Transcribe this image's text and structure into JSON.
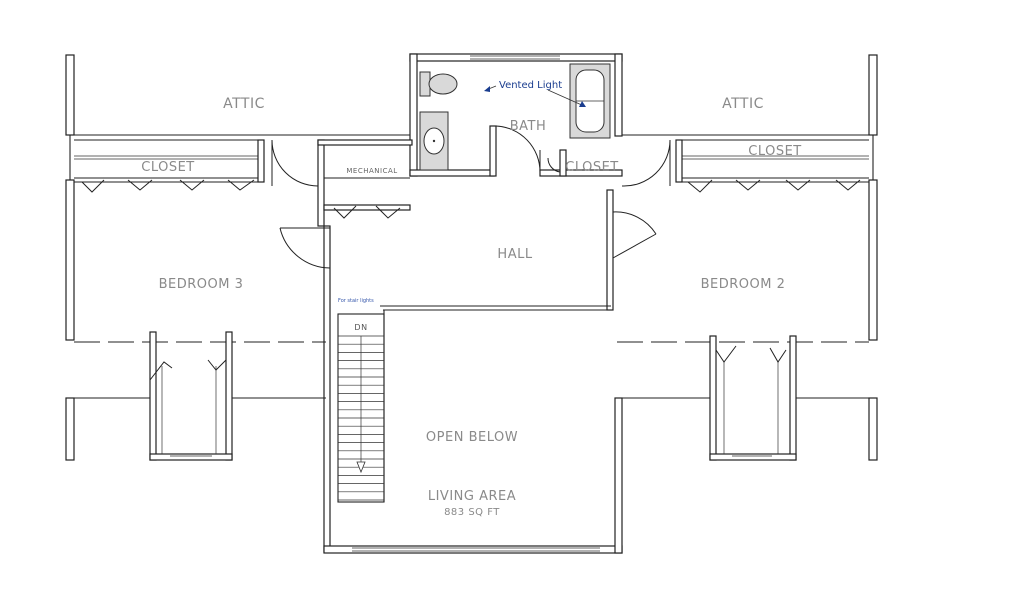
{
  "rooms": {
    "attic_left": "ATTIC",
    "attic_right": "ATTIC",
    "closet_left": "CLOSET",
    "closet_right": "CLOSET",
    "closet_bath": "CLOSET",
    "bath": "BATH",
    "mechanical": "MECHANICAL",
    "hall": "HALL",
    "bedroom3": "BEDROOM 3",
    "bedroom2": "BEDROOM 2",
    "open_below": "OPEN BELOW",
    "living_area": "LIVING AREA",
    "living_area_size": "883 SQ FT"
  },
  "annotations": {
    "vented_light": "Vented Light",
    "stair_lights": "For stair lights",
    "stair_direction": "DN"
  },
  "colors": {
    "wall": "#222222",
    "label": "#8a8a8a",
    "annotation": "#1a3d8f",
    "fixture": "#d9d9d9"
  }
}
